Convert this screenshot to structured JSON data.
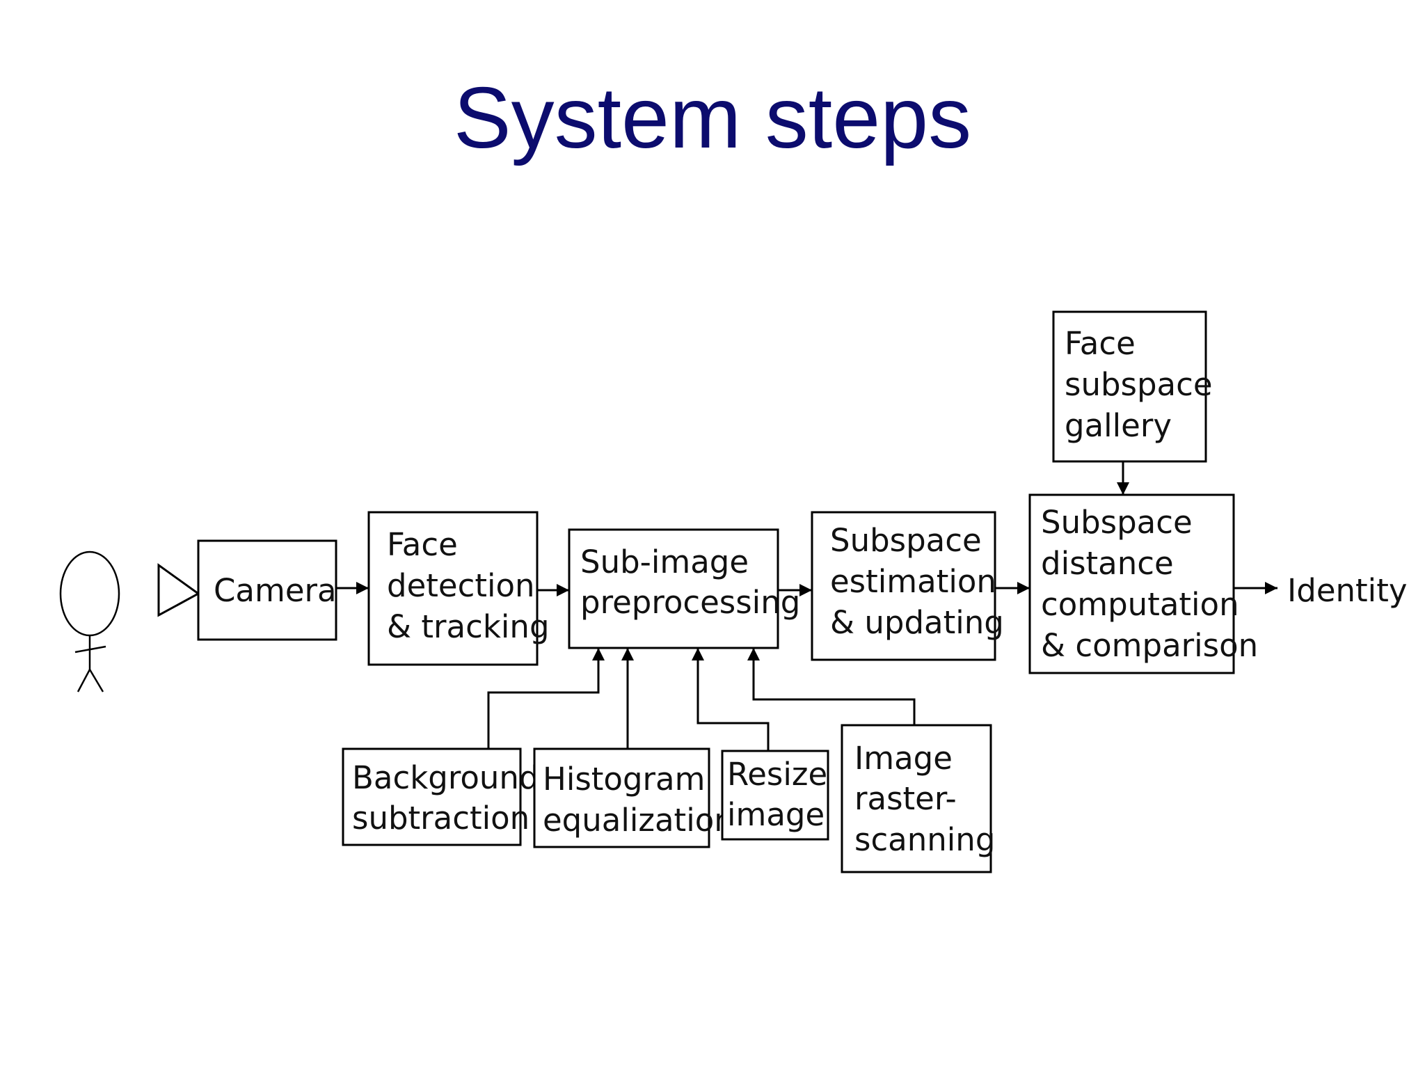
{
  "slide": {
    "title": "System steps"
  },
  "diagram": {
    "camera": "Camera",
    "face_detection": [
      "Face",
      "detection",
      "& tracking"
    ],
    "sub_image": [
      "Sub-image",
      "preprocessing"
    ],
    "subspace_estimation": [
      "Subspace",
      "estimation",
      "& updating"
    ],
    "face_gallery": [
      "Face",
      "subspace",
      "gallery"
    ],
    "subspace_distance": [
      "Subspace",
      "distance",
      "computation",
      "& comparison"
    ],
    "background": [
      "Background",
      "subtraction"
    ],
    "histogram": [
      "Histogram",
      "equalization"
    ],
    "resize": [
      "Resize",
      "image"
    ],
    "raster": [
      "Image",
      "raster-",
      "scanning"
    ],
    "output": "Identity"
  }
}
